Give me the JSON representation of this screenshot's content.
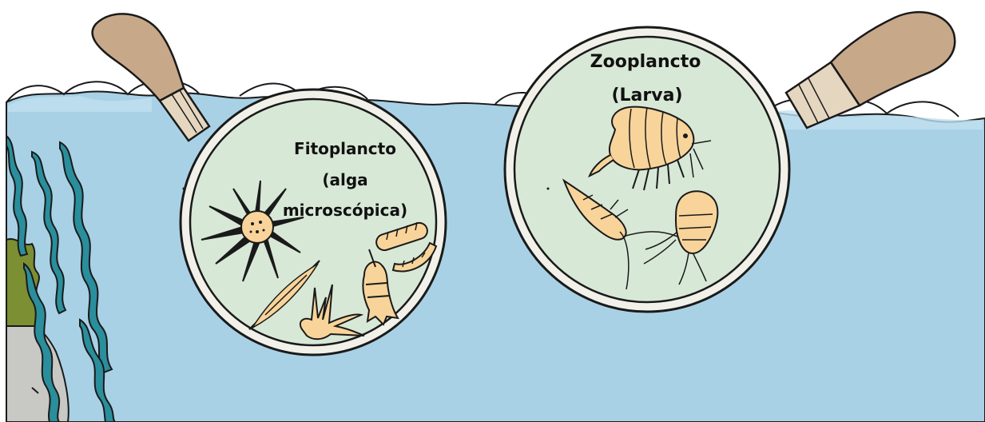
{
  "colors": {
    "sky": "#ffffff",
    "water": "#a9d1e6",
    "wave_light": "#bfe0f0",
    "lens": "#d8e8d6",
    "rim": "#f1f1ea",
    "outline": "#1a1a1a",
    "handle_wood": "#c7a889",
    "handle_neck": "#e5d6c0",
    "organism": "#f8d49a",
    "seaweed_teal": "#2a8e9c",
    "seaweed_green": "#7c8f32",
    "rock": "#c8c8c4"
  },
  "icons": {
    "left_magnifier": "magnifying-glass-icon",
    "right_magnifier": "magnifying-glass-icon"
  },
  "left_lens": {
    "label_lines": [
      "Fitoplancto",
      "(alga",
      "microscópica)"
    ]
  },
  "right_lens": {
    "label_lines": [
      "Zooplancto",
      "(Larva)"
    ]
  }
}
